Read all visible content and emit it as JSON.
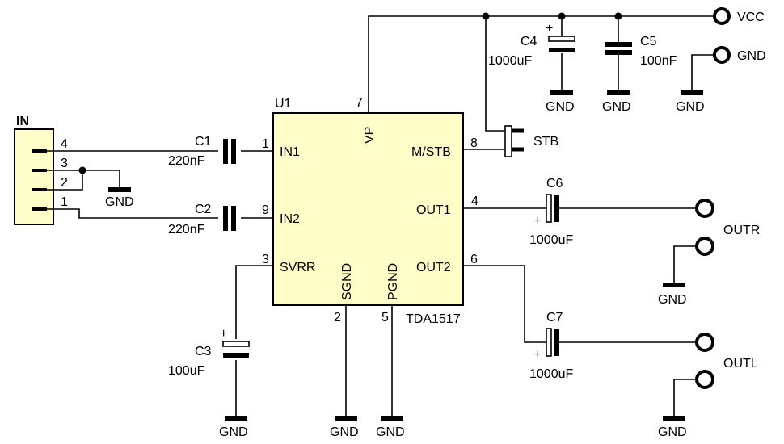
{
  "ic": {
    "ref": "U1",
    "part": "TDA1517",
    "fill": "#FFFDC8",
    "pins": {
      "in1": {
        "num": "1",
        "name": "IN1"
      },
      "in2": {
        "num": "9",
        "name": "IN2"
      },
      "svrr": {
        "num": "3",
        "name": "SVRR"
      },
      "vp": {
        "num": "7",
        "name": "VP"
      },
      "mstb": {
        "num": "8",
        "name": "M/STB"
      },
      "out1": {
        "num": "4",
        "name": "OUT1"
      },
      "out2": {
        "num": "6",
        "name": "OUT2"
      },
      "sgnd": {
        "num": "2",
        "name": "SGND"
      },
      "pgnd": {
        "num": "5",
        "name": "PGND"
      }
    }
  },
  "connector": {
    "label": "IN",
    "fill": "#FFFDC8",
    "pins": [
      "4",
      "3",
      "2",
      "1"
    ]
  },
  "caps": {
    "c1": {
      "ref": "C1",
      "value": "220nF"
    },
    "c2": {
      "ref": "C2",
      "value": "220nF"
    },
    "c3": {
      "ref": "C3",
      "value": "100uF",
      "polarity": "+"
    },
    "c4": {
      "ref": "C4",
      "value": "1000uF",
      "polarity": "+"
    },
    "c5": {
      "ref": "C5",
      "value": "100nF"
    },
    "c6": {
      "ref": "C6",
      "value": "1000uF",
      "polarity": "+"
    },
    "c7": {
      "ref": "C7",
      "value": "1000uF",
      "polarity": "+"
    }
  },
  "nets": {
    "vcc": "VCC",
    "gnd": "GND",
    "stb": "STB",
    "outr": "OUTR",
    "outl": "OUTL"
  }
}
